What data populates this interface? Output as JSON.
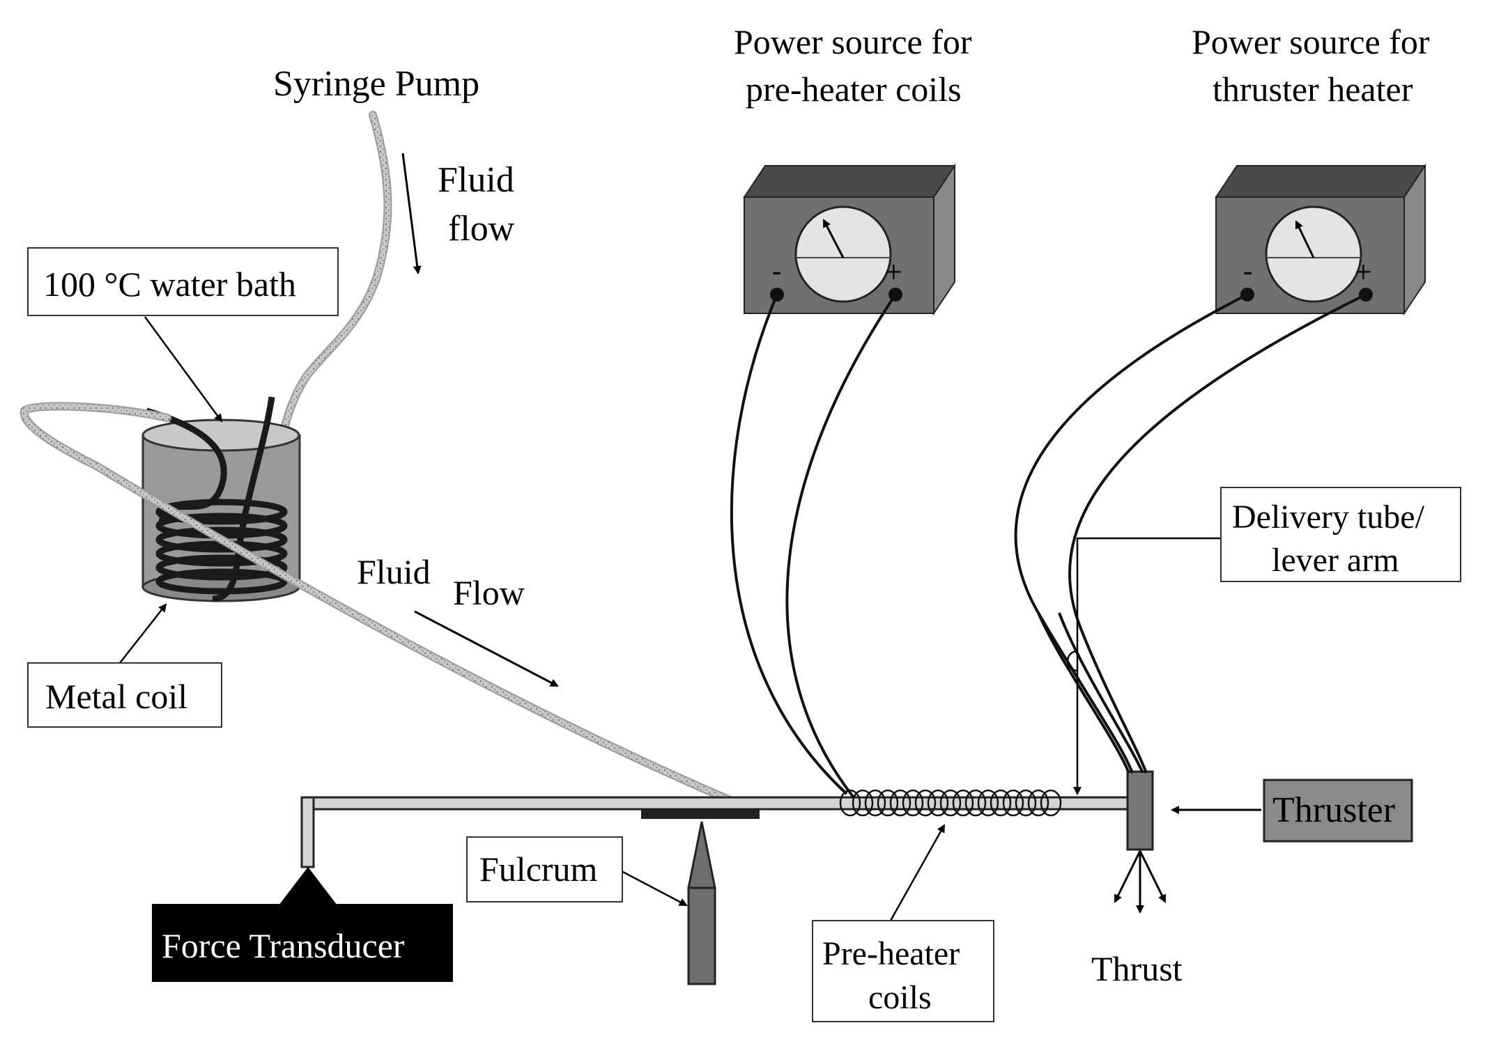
{
  "labels": {
    "syringe_pump": "Syringe Pump",
    "fluid_flow_top_1": "Fluid",
    "fluid_flow_top_2": "flow",
    "water_bath": "100 °C water bath",
    "metal_coil": "Metal coil",
    "fluid_flow_mid_1": "Fluid",
    "fluid_flow_mid_2": "Flow",
    "power_preheater_1": "Power source for",
    "power_preheater_2": "pre-heater coils",
    "power_thruster_1": "Power source for",
    "power_thruster_2": "thruster heater",
    "delivery_tube_1": "Delivery tube/",
    "delivery_tube_2": "lever arm",
    "thruster": "Thruster",
    "thrust": "Thrust",
    "fulcrum": "Fulcrum",
    "force_transducer": "Force Transducer",
    "preheater_coils_1": "Pre-heater",
    "preheater_coils_2": "coils",
    "minus_sign": "-",
    "plus_sign": "+"
  },
  "colors": {
    "device_face": "#707070",
    "device_top": "#4a4a4a",
    "device_side": "#888888",
    "dial": "#e4e4e4",
    "transducer": "#000000",
    "thruster_block": "#8a8a8a",
    "fluid_tube": "#bdbdbd",
    "bath": "#9a9a9a"
  }
}
